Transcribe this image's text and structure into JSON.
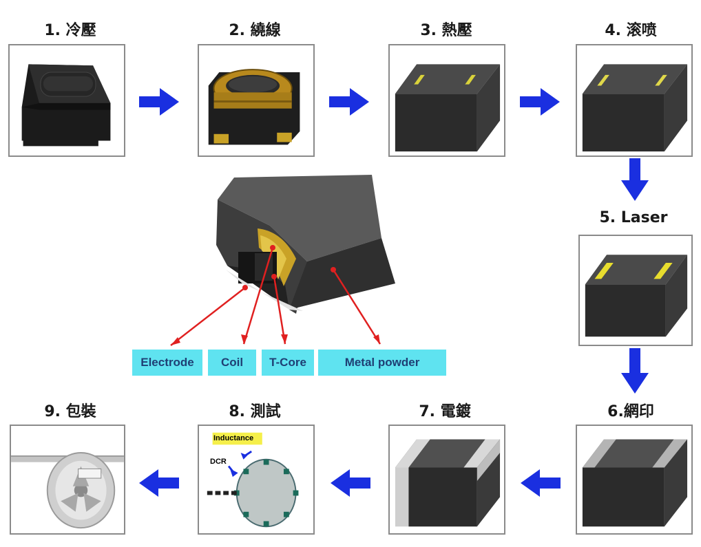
{
  "steps": [
    {
      "title": "1. 冷壓"
    },
    {
      "title": "2. 繞線"
    },
    {
      "title": "3. 熱壓"
    },
    {
      "title": "4. 滚喷"
    },
    {
      "title": "5. Laser"
    },
    {
      "title": "6.網印"
    },
    {
      "title": "7. 電鍍"
    },
    {
      "title": "8. 測試"
    },
    {
      "title": "9. 包裝"
    }
  ],
  "labels": {
    "electrode": "Electrode",
    "coil": "Coil",
    "tcore": "T-Core",
    "metal": "Metal powder"
  },
  "test_box": {
    "inductance": "Inductance",
    "dcr": "DCR"
  },
  "colors": {
    "arrow": "#1a2fe0",
    "label_bg": "#5fe3f0",
    "pointer": "#e02020",
    "coil_gold": "#c9a227",
    "body_dark": "#3a3a3a"
  }
}
